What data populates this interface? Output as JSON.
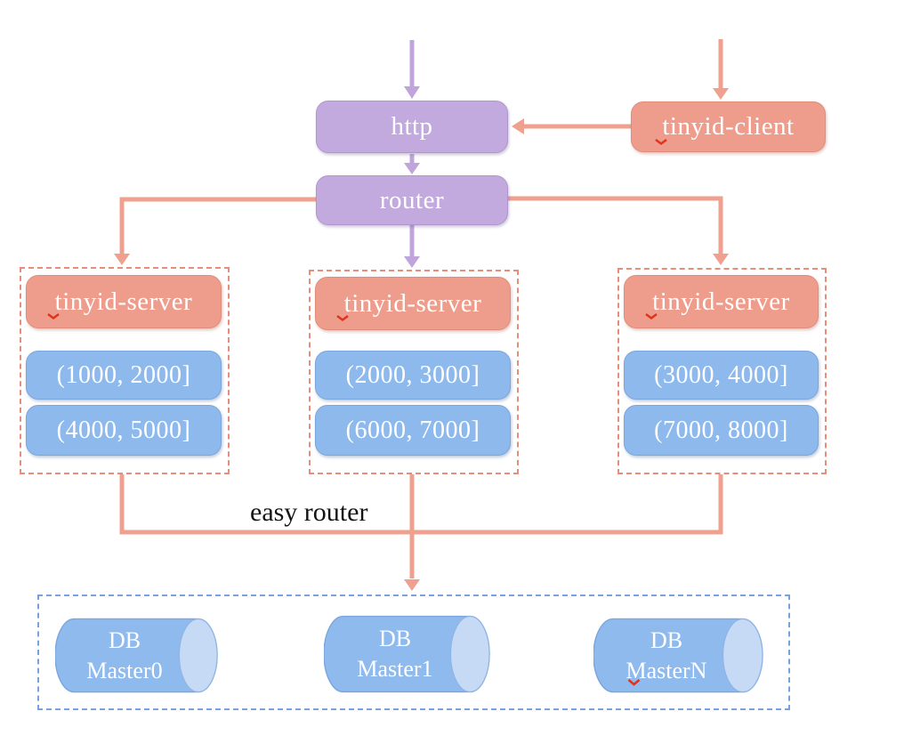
{
  "nodes": {
    "http": {
      "label": "http"
    },
    "router": {
      "label": "router"
    },
    "client": {
      "label": "tinyid-client"
    }
  },
  "groups": [
    {
      "server": "tinyid-server",
      "ranges": [
        "(1000, 2000]",
        "(4000, 5000]"
      ]
    },
    {
      "server": "tinyid-server",
      "ranges": [
        "(2000, 3000]",
        "(6000, 7000]"
      ]
    },
    {
      "server": "tinyid-server",
      "ranges": [
        "(3000, 4000]",
        "(7000, 8000]"
      ]
    }
  ],
  "labels": {
    "easy_router": "easy router"
  },
  "databases": [
    {
      "line1": "DB",
      "line2": "Master0"
    },
    {
      "line1": "DB",
      "line2": "Master1"
    },
    {
      "line1": "DB",
      "line2": "MasterN"
    }
  ],
  "colors": {
    "purple_fill": "#c3aade",
    "salmon_fill": "#ee9c8b",
    "blue_fill": "#8db9ed",
    "purple_line": "#c0a5dc",
    "salmon_line": "#f0a08f",
    "dashed_server_border": "#e68d7c",
    "dashed_db_border": "#78a2de",
    "cylinder_body": "#8fbaee",
    "cylinder_cap": "#c6daf6",
    "squiggle_red": "#e0321e"
  }
}
